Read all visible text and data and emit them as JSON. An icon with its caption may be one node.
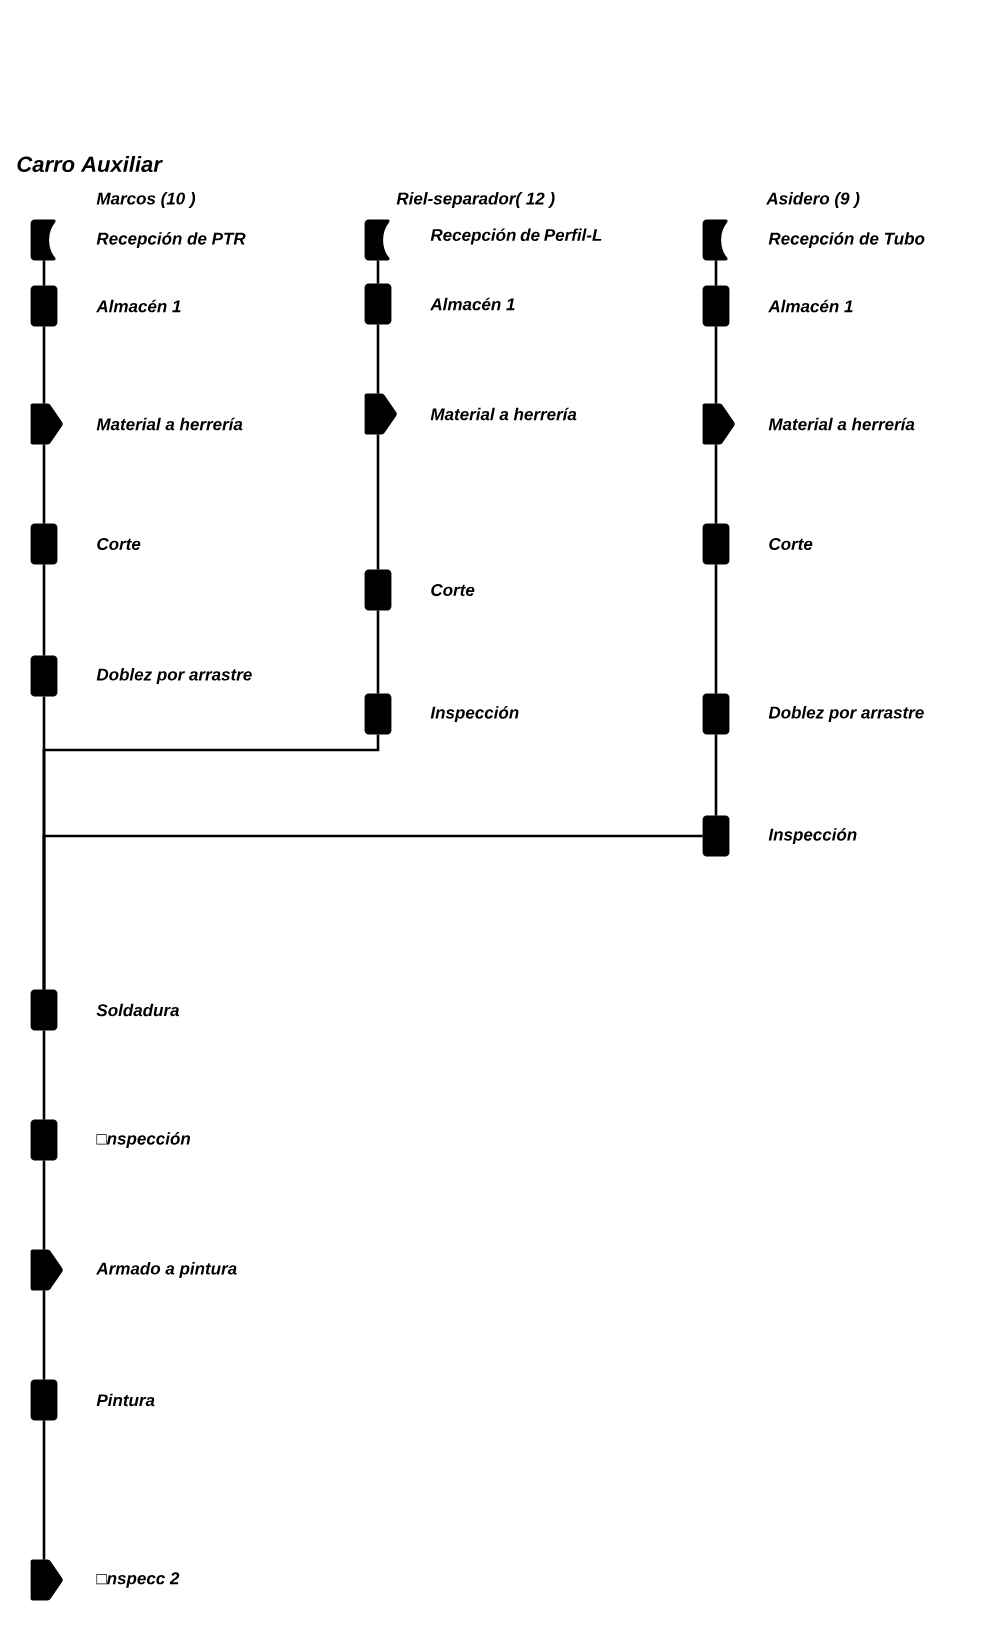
{
  "diagram": {
    "title": "Carro Auxiliar",
    "nodes": [
      {
        "text": [],
        "shape": "notch",
        "beside": [
          "Recepción de PTR"
        ]
      },
      {
        "text": [],
        "shape": "box",
        "beside": [
          "Almacén 1"
        ]
      },
      {
        "text": [],
        "shape": "arrow",
        "beside": [
          "Material a herrería"
        ]
      },
      {
        "text": [],
        "shape": "box",
        "beside": [
          "Corte"
        ]
      },
      {
        "text": [],
        "shape": "box",
        "beside": [
          "Doblez por arrastre"
        ]
      },
      {
        "text": [],
        "shape": "notch",
        "beside": [
          "Recepción de Perfil-L"
        ]
      },
      {
        "text": [],
        "shape": "box",
        "beside": [
          "Almacén 1"
        ]
      },
      {
        "text": [],
        "shape": "arrow",
        "beside": [
          "Material a herrería"
        ]
      },
      {
        "text": [],
        "shape": "box",
        "beside": [
          "Corte"
        ]
      },
      {
        "text": [],
        "shape": "box",
        "beside": [
          "Inspección"
        ]
      },
      {
        "text": [],
        "shape": "notch",
        "beside": [
          "Recepción de Tubo"
        ]
      },
      {
        "text": [],
        "shape": "box",
        "beside": [
          "Almacén 1"
        ]
      },
      {
        "text": [],
        "shape": "arrow",
        "beside": [
          "Material a herrería"
        ]
      },
      {
        "text": [],
        "shape": "box",
        "beside": [
          "Corte"
        ]
      },
      {
        "text": [],
        "shape": "box",
        "beside": [
          "Doblez por arrastre"
        ]
      },
      {
        "text": [],
        "shape": "box",
        "beside": [
          "Inspección"
        ]
      },
      {
        "text": [],
        "shape": "box",
        "beside": [
          "Soldadura"
        ]
      },
      {
        "text": [],
        "shape": "box",
        "beside": [
          "□nspección"
        ]
      },
      {
        "text": [],
        "shape": "arrow",
        "beside": [
          "Armado a pintura"
        ]
      },
      {
        "text": [],
        "shape": "box",
        "beside": [
          "Pintura"
        ]
      },
      {
        "text": [],
        "shape": "arrow",
        "beside": [
          "□nspecc 2"
        ]
      }
    ],
    "edges": [
      {
        "from": 0,
        "to": 1,
        "arrow": "none"
      },
      {
        "from": 1,
        "to": 2,
        "arrow": "none"
      },
      {
        "from": 2,
        "to": 3,
        "arrow": "none"
      },
      {
        "from": 3,
        "to": 4,
        "arrow": "none"
      },
      {
        "from": 4,
        "to": 16,
        "arrow": "none"
      },
      {
        "from": 5,
        "to": 6,
        "arrow": "none"
      },
      {
        "from": 6,
        "to": 7,
        "arrow": "none"
      },
      {
        "from": 7,
        "to": 8,
        "arrow": "none"
      },
      {
        "from": 8,
        "to": 9,
        "arrow": "none"
      },
      {
        "from": 9,
        "to": 16,
        "arrow": "none"
      },
      {
        "from": 10,
        "to": 11,
        "arrow": "none"
      },
      {
        "from": 11,
        "to": 12,
        "arrow": "none"
      },
      {
        "from": 12,
        "to": 13,
        "arrow": "none"
      },
      {
        "from": 13,
        "to": 14,
        "arrow": "none"
      },
      {
        "from": 14,
        "to": 15,
        "arrow": "none"
      },
      {
        "from": 15,
        "to": 16,
        "arrow": "none"
      },
      {
        "from": 16,
        "to": 17,
        "arrow": "none"
      },
      {
        "from": 17,
        "to": 18,
        "arrow": "none"
      },
      {
        "from": 18,
        "to": 19,
        "arrow": "none"
      },
      {
        "from": 19,
        "to": 20,
        "arrow": "none"
      }
    ],
    "labels": [
      "Marcos (10 )",
      "Riel-separador( 12 )",
      "Asidero (9 )"
    ]
  }
}
